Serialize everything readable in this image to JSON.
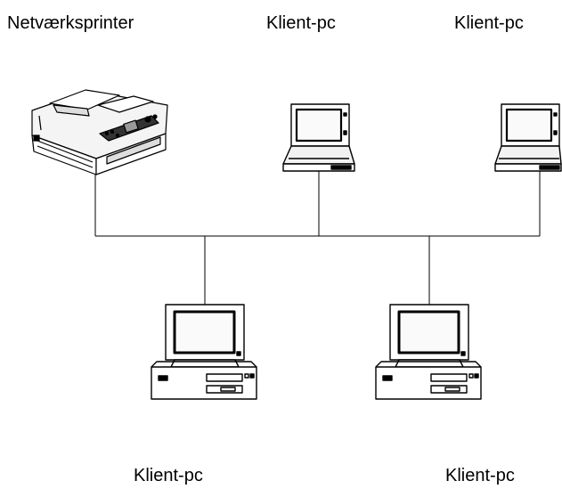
{
  "labels": {
    "printer": "Netværksprinter",
    "laptop_top_middle": "Klient-pc",
    "laptop_top_right": "Klient-pc",
    "desktop_bottom_left": "Klient-pc",
    "desktop_bottom_right": "Klient-pc"
  },
  "icons": [
    "printer-icon",
    "laptop-icon",
    "laptop-icon",
    "desktop-pc-icon",
    "desktop-pc-icon"
  ],
  "colors": {
    "line": "#000000",
    "background": "#ffffff"
  }
}
